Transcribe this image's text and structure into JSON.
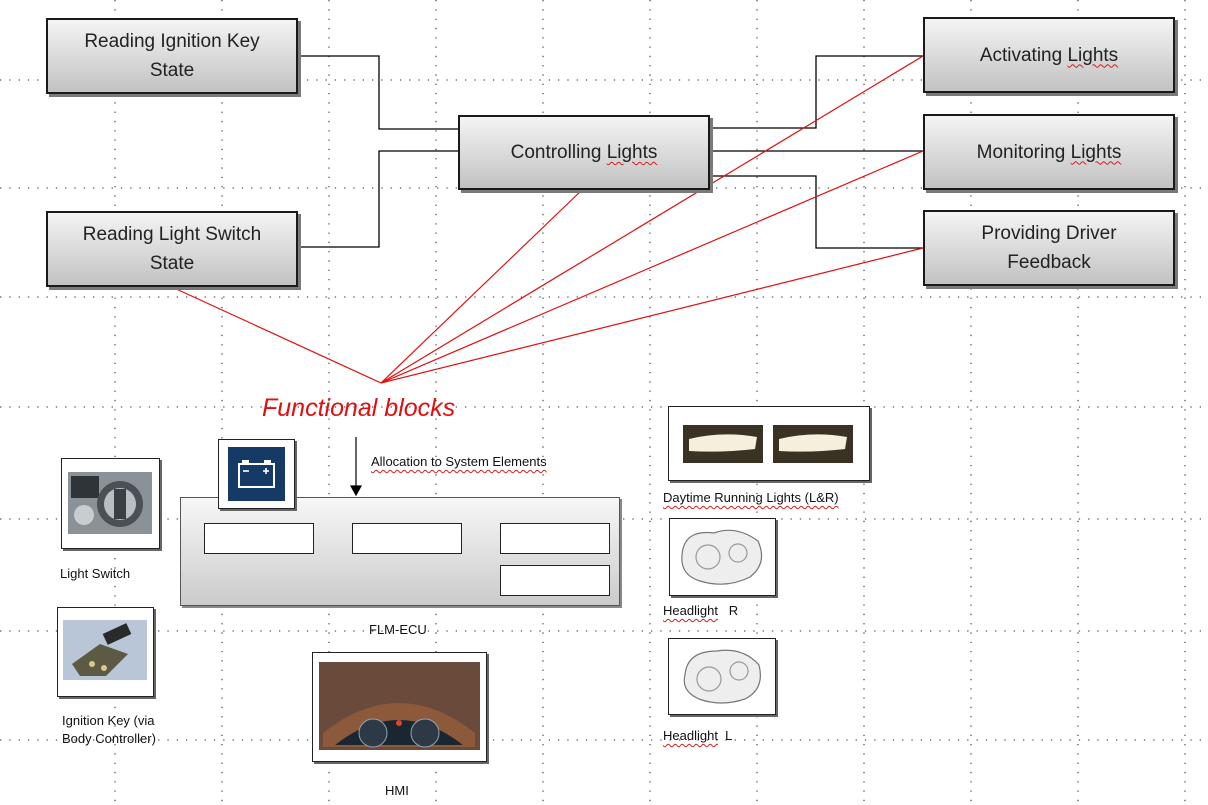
{
  "functional_blocks": {
    "reading_ignition": [
      "Reading Ignition Key",
      "State"
    ],
    "reading_light_switch": [
      "Reading Light Switch",
      "State"
    ],
    "controlling": [
      "Controlling ",
      "Lights"
    ],
    "activating": [
      "Activating ",
      "Lights"
    ],
    "monitoring": [
      "Monitoring ",
      "Lights"
    ],
    "feedback": [
      "Providing Driver",
      "Feedback"
    ]
  },
  "title": "Functional blocks",
  "allocation_label": "Allocation to System Elements",
  "system_elements": {
    "ecu_label": "FLM-ECU",
    "light_switch": [
      "Light Switch"
    ],
    "ignition_key": [
      "Ignition Key (via",
      "Body Controller)"
    ],
    "hmi": "HMI",
    "drl": "Daytime Running Lights (L&R)",
    "headlight_r": [
      "Headlight",
      "R"
    ],
    "headlight_l": [
      "Headlight",
      "L"
    ]
  },
  "icons": [
    "battery-icon",
    "light-switch-icon",
    "ignition-key-icon",
    "dashboard-icon",
    "drl-icon",
    "headlight-icon"
  ],
  "colors": {
    "connector": "#000000",
    "mapping_lines": "#e01010",
    "title": "#e01010",
    "battery_bg": "#163a66"
  }
}
